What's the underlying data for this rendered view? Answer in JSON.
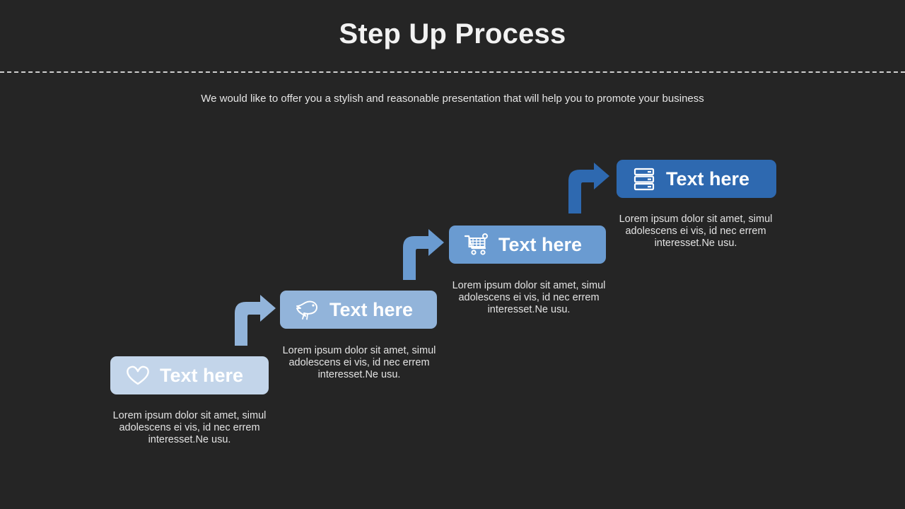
{
  "slide": {
    "title": "Step Up Process",
    "subtitle": "We would like to offer you a stylish and reasonable presentation that will help you to promote your business",
    "background_color": "#252525",
    "title_color": "#f2f2f2",
    "divider_color": "#cfcfcf"
  },
  "steps": [
    {
      "id": "step-1",
      "label": "Text here",
      "icon": "heart-icon",
      "color": "#c3d5ea",
      "description": "Lorem ipsum dolor sit amet, simul adolescens ei vis, id nec errem interesset.Ne usu.",
      "has_arrow": false
    },
    {
      "id": "step-2",
      "label": "Text here",
      "icon": "bird-icon",
      "color": "#92b4da",
      "description": "Lorem ipsum dolor sit amet, simul adolescens ei vis, id nec errem interesset.Ne usu.",
      "has_arrow": true,
      "arrow_color": "#92b4da"
    },
    {
      "id": "step-3",
      "label": "Text here",
      "icon": "shopping-cart-icon",
      "color": "#6a9bd1",
      "description": "Lorem ipsum dolor sit amet, simul adolescens ei vis, id nec errem interesset.Ne usu.",
      "has_arrow": true,
      "arrow_color": "#6a9bd1"
    },
    {
      "id": "step-4",
      "label": "Text here",
      "icon": "server-stack-icon",
      "color": "#2e69b0",
      "description": "Lorem ipsum dolor sit amet, simul adolescens ei vis, id nec errem interesset.Ne usu.",
      "has_arrow": true,
      "arrow_color": "#2e69b0"
    }
  ]
}
